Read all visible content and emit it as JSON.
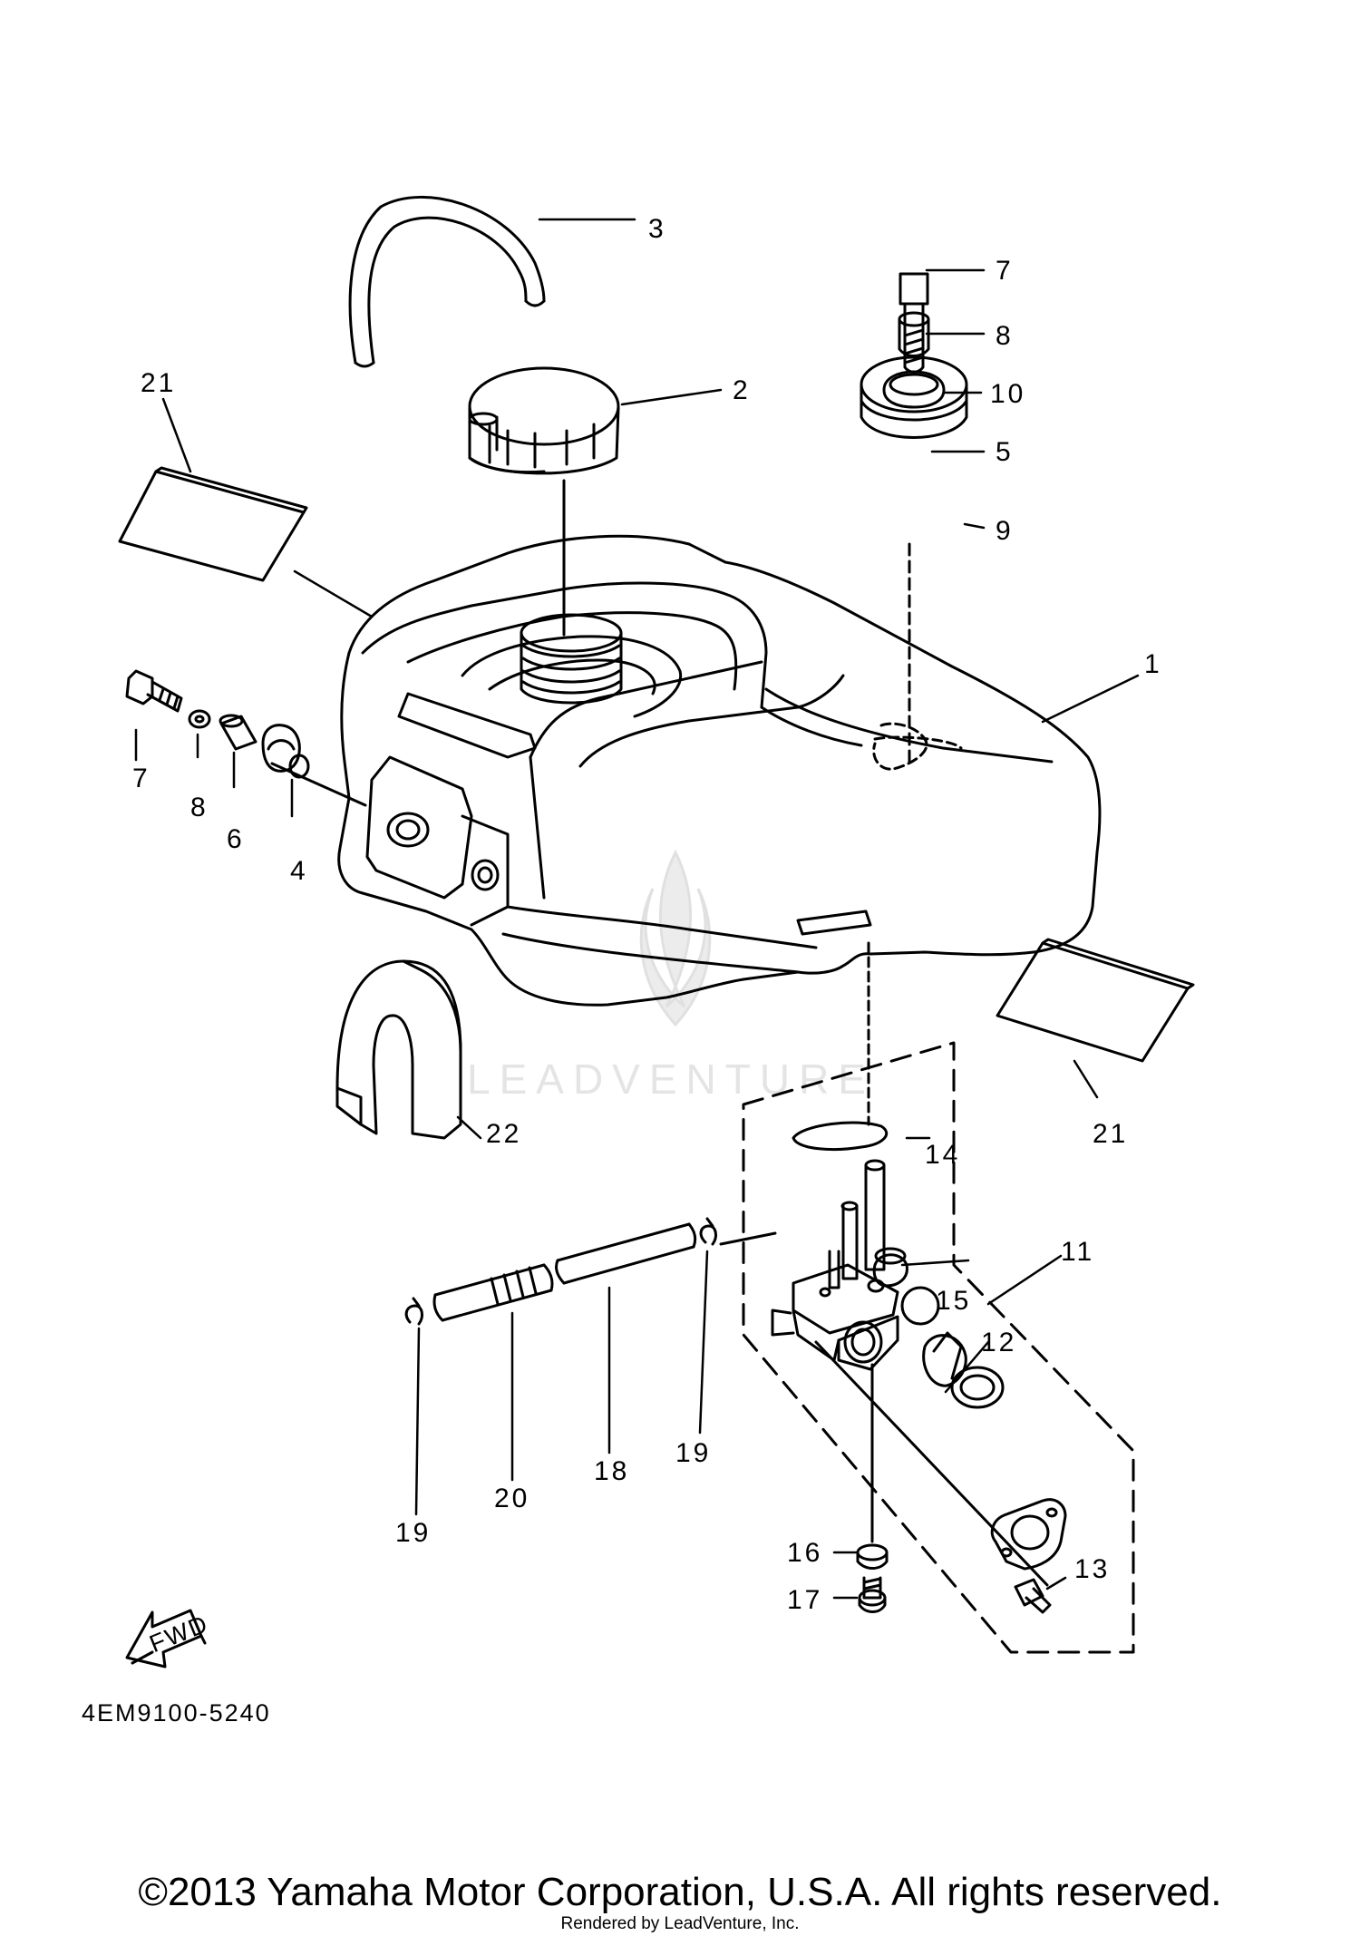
{
  "diagram": {
    "drawing_code": "4EM9100-5240",
    "fwd_label": "FWD",
    "watermark": "LEADVENTURE",
    "callouts": [
      {
        "id": "c1",
        "label": "1"
      },
      {
        "id": "c2",
        "label": "2"
      },
      {
        "id": "c3",
        "label": "3"
      },
      {
        "id": "c4",
        "label": "4"
      },
      {
        "id": "c5",
        "label": "5"
      },
      {
        "id": "c6",
        "label": "6"
      },
      {
        "id": "c7a",
        "label": "7"
      },
      {
        "id": "c7b",
        "label": "7"
      },
      {
        "id": "c8a",
        "label": "8"
      },
      {
        "id": "c8b",
        "label": "8"
      },
      {
        "id": "c9",
        "label": "9"
      },
      {
        "id": "c10",
        "label": "10"
      },
      {
        "id": "c11",
        "label": "11"
      },
      {
        "id": "c12",
        "label": "12"
      },
      {
        "id": "c13",
        "label": "13"
      },
      {
        "id": "c14",
        "label": "14"
      },
      {
        "id": "c15",
        "label": "15"
      },
      {
        "id": "c16",
        "label": "16"
      },
      {
        "id": "c17",
        "label": "17"
      },
      {
        "id": "c18",
        "label": "18"
      },
      {
        "id": "c19a",
        "label": "19"
      },
      {
        "id": "c19b",
        "label": "19"
      },
      {
        "id": "c20",
        "label": "20"
      },
      {
        "id": "c21a",
        "label": "21"
      },
      {
        "id": "c21b",
        "label": "21"
      },
      {
        "id": "c22",
        "label": "22"
      }
    ]
  },
  "footer": {
    "copyright": "©2013 Yamaha Motor Corporation, U.S.A. All rights reserved.",
    "rendered_by": "Rendered by LeadVenture, Inc."
  }
}
